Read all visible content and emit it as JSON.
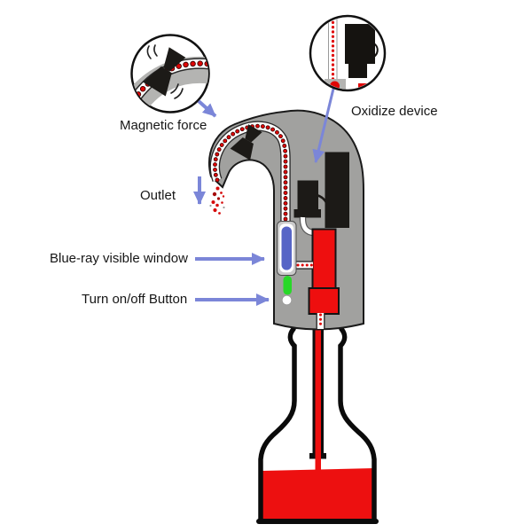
{
  "diagram": {
    "labels": {
      "magnetic_force": "Magnetic force",
      "oxidize_device": "Oxidize device",
      "outlet": "Outlet",
      "blue_ray_window": "Blue-ray visible window",
      "power_button": "Turn on/off Button"
    },
    "colors": {
      "callout_arrow": "#7b86d8",
      "device_body_gray": "#a1a19f",
      "wine_red": "#ed1010",
      "indicator_green": "#28d828",
      "window_blue": "#5765c6",
      "component_black": "#1c1a17"
    }
  }
}
